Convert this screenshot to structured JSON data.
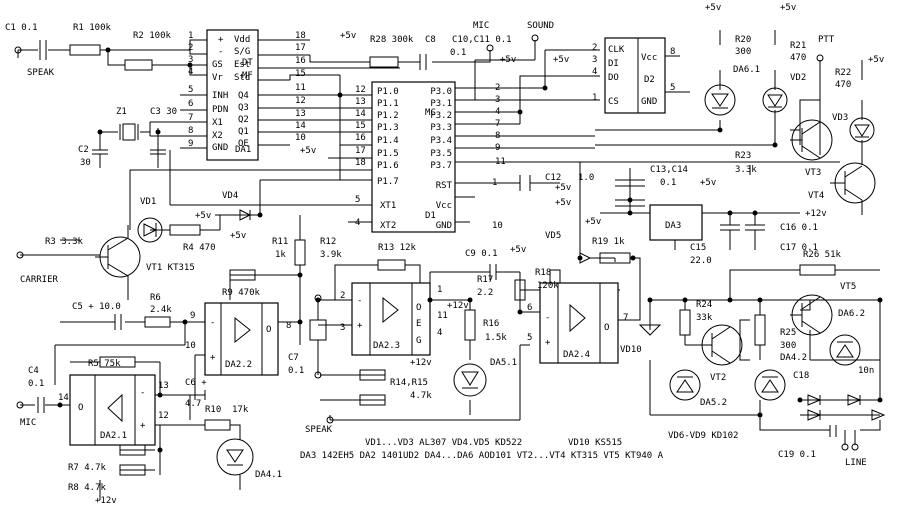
{
  "labels": {
    "c1": "C1  0.1",
    "r1": "R1 100k",
    "speak_in": "SPEAK",
    "r2": "R2  100k",
    "z1": "Z1",
    "c3": "C3 30",
    "c2": "C2",
    "c2v": "30",
    "dt": "DT",
    "mf": "MF",
    "da1": "DA1",
    "p_plus": "+",
    "p_minus": "-",
    "gs": "GS",
    "vr": "Vr",
    "inh": "INH",
    "pdn": "PDN",
    "x1": "X1",
    "x2": "X2",
    "gnd": "GND",
    "vdd": "Vdd",
    "sg": "S/G",
    "est": "Est",
    "std": "Std",
    "q4": "Q4",
    "q3": "Q3",
    "q2": "Q2",
    "q1": "Q1",
    "oe": "OE",
    "n1": "1",
    "n2": "2",
    "n3": "3",
    "n4": "4",
    "n5": "5",
    "n6": "6",
    "n7": "7",
    "n8": "8",
    "n9": "9",
    "n18": "18",
    "n17": "17",
    "n16": "16",
    "n15": "15",
    "n11": "11",
    "n12": "12",
    "n13": "13",
    "n14": "14",
    "n10": "10",
    "r28": "R28  300k",
    "c8": "C8",
    "c8v": "0.1",
    "mic_sound": "MIC",
    "sound": "SOUND",
    "c10": "C10,C11 0.1",
    "mc": "MC",
    "d1": "D1",
    "p10": "P1.0",
    "p11": "P1.1",
    "p12": "P1.2",
    "p13": "P1.3",
    "p14": "P1.4",
    "p15": "P1.5",
    "p16": "P1.6",
    "p17": "P1.7",
    "xt1": "XT1",
    "xt2": "XT2",
    "p30": "P3.0",
    "p31": "P3.1",
    "p32": "P3.2",
    "p33": "P3.3",
    "p34": "P3.4",
    "p35": "P3.5",
    "p37": "P3.7",
    "rst": "RST",
    "vcc": "Vcc",
    "gnd2": "GND",
    "clk": "CLK",
    "di": "DI",
    "do": "DO",
    "cs": "CS",
    "vcc2": "Vcc",
    "gnd3": "GND",
    "d2": "D2",
    "r20": "R20",
    "r20v": "300",
    "da61": "DA6.1",
    "r21": "R21",
    "r21v": "470",
    "vd2": "VD2",
    "ptt": "PTT",
    "r22": "R22",
    "r22v": "470",
    "vd3": "VD3",
    "vt3": "VT3",
    "vt4": "VT4",
    "r23": "R23",
    "r23v": "3.3k",
    "p5v": "+5v",
    "p12v": "+12v",
    "c12": "C12",
    "c12v": "1.0",
    "c1314": "C13,C14",
    "c1314v": "0.1",
    "da3": "DA3",
    "c15": "C15",
    "c15v": "22.0",
    "c16": "C16 0.1",
    "c17": "C17 0.1",
    "vd1": "VD1",
    "vd4": "VD4",
    "vd5": "VD5",
    "r4": "R4 470",
    "r3": "R3 3.3k",
    "vt1": "VT1 KT315",
    "carrier": "CARRIER",
    "r11": "R11",
    "r11v": "1k",
    "r12": "R12",
    "r12v": "3.9k",
    "r13": "R13 12k",
    "c9": "C9 0.1",
    "r19": "R19 1k",
    "r17": "R17",
    "r17v": "2.2",
    "r18": "R18",
    "r18v": "120k",
    "r16": "R16",
    "r16v": "1.5k",
    "da51": "DA5.1",
    "da23": "DA2.3",
    "e": "E",
    "g": "G",
    "da24": "DA2.4",
    "vd10": "VD10",
    "c5": "C5 + 10.0",
    "r6": "R6",
    "r6v": "2.4k",
    "r9": "R9 470k",
    "da22": "DA2.2",
    "c7": "C7",
    "c7v": "0.1",
    "c4": "C4",
    "c4v": "0.1",
    "r5": "R5 75k",
    "da21": "DA2.1",
    "mic": "MIC",
    "c6": "C6 +",
    "c6v": "4.7",
    "r10": "R10",
    "r10v": "17k",
    "da41": "DA4.1",
    "r7": "R7 4.7k",
    "r8": "R8 4.7k",
    "r1415": "R14,R15",
    "r1415v": "4.7k",
    "speak_out": "SPEAK",
    "r26": "R26 51k",
    "vt5": "VT5",
    "r24": "R24",
    "r24v": "33k",
    "vt2": "VT2",
    "da52": "DA5.2",
    "r25": "R25",
    "r25v": "300",
    "da42": "DA4.2",
    "da62": "DA6.2",
    "c18": "C18",
    "c18v": "10n",
    "vd69": "VD6-VD9 KD102",
    "c19": "C19 0.1",
    "line": "LINE",
    "o": "O",
    "plus": "+",
    "minus": "-",
    "legend1": "VD1...VD3 AL307 VD4.VD5 KD522",
    "legend1b": "VD10 KS515",
    "legend2": "DA3 142EH5  DA2 1401UD2 DA4...DA6 AOD101 VT2...VT4 KT315 VT5 KT940 A"
  }
}
